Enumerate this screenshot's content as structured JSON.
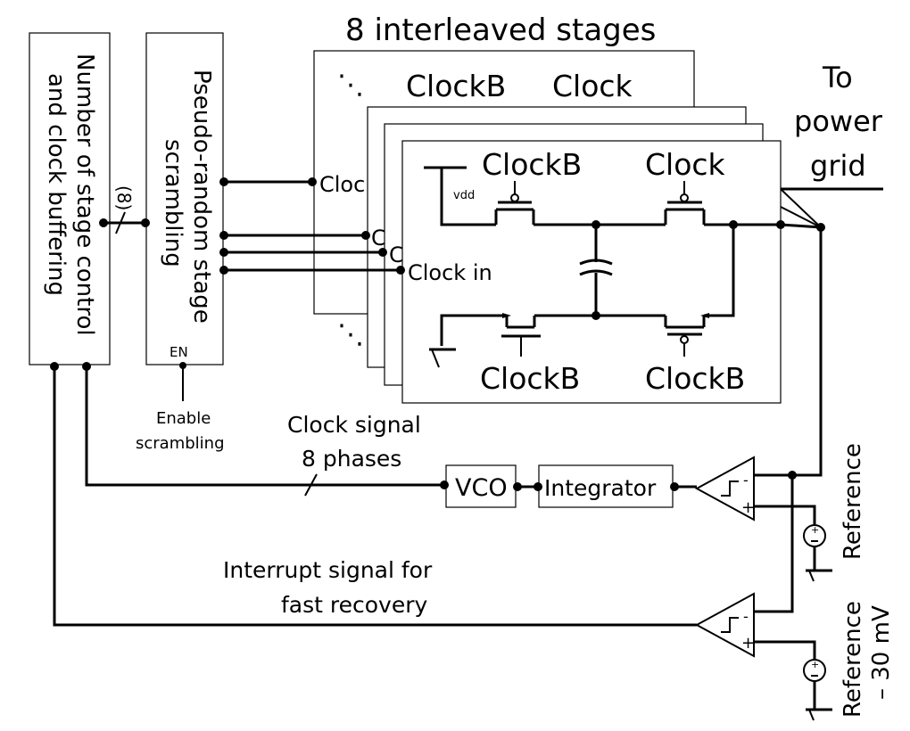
{
  "diagram": {
    "heading": "8 interleaved stages",
    "stage_control": [
      "Number of stage control",
      "and clock buffering"
    ],
    "bus_width": "(8)",
    "scrambler": [
      "Pseudo-random stage",
      "scrambling"
    ],
    "scrambler_en": "EN",
    "enable": [
      "Enable",
      "scrambling"
    ],
    "clock_signal": [
      "Clock signal",
      "8 phases"
    ],
    "vco": "VCO",
    "integrator": "Integrator",
    "interrupt": [
      "Interrupt signal for",
      "fast recovery"
    ],
    "to_grid": [
      "To",
      "power",
      "grid"
    ],
    "reference": "Reference",
    "reference_offset": [
      "Reference",
      "– 30 mV"
    ],
    "back_stage": {
      "ellipsis": "⋱",
      "clockb": "ClockB",
      "clock": "Clock",
      "clock_in": "Cloc"
    },
    "stacked_c": "C",
    "front_stage": {
      "clockb_top": "ClockB",
      "clock_top": "Clock",
      "vdd": "vdd",
      "clock_in": "Clock in",
      "clockb_bottom_left": "ClockB",
      "clockb_bottom_right": "ClockB"
    }
  }
}
